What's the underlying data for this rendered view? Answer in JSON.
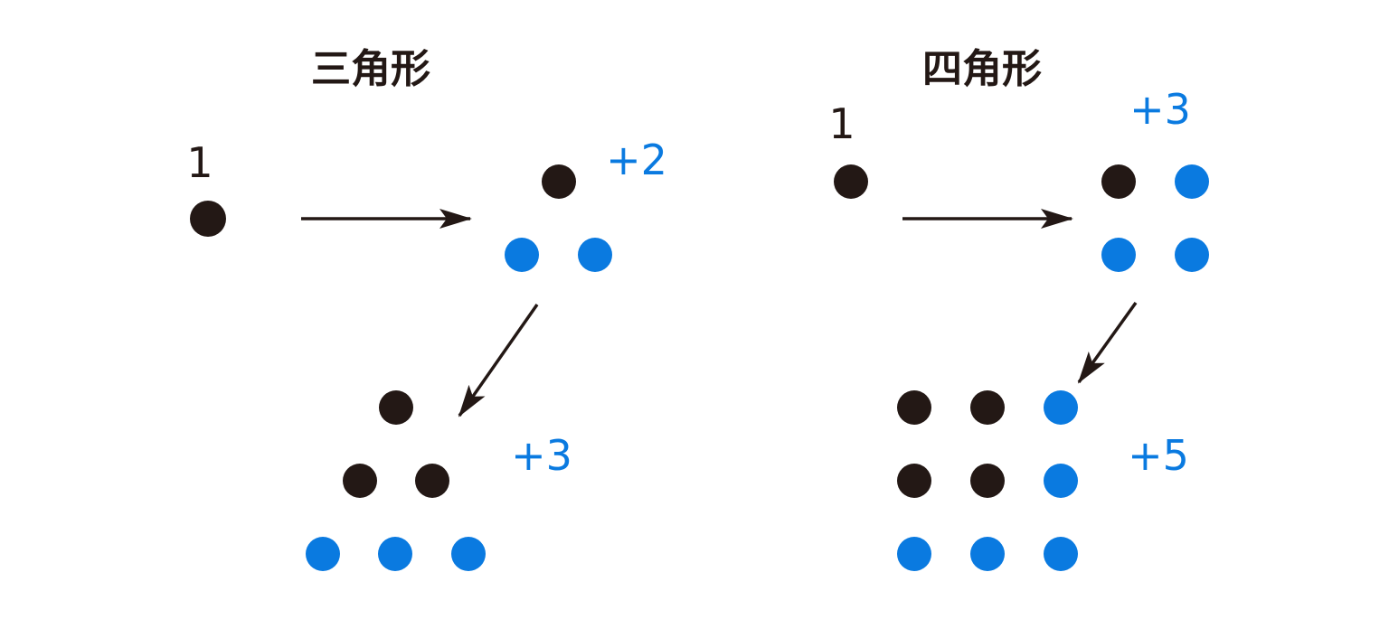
{
  "colors": {
    "black": "#231815",
    "blue": "#0a7ae0"
  },
  "triangle": {
    "title": "三角形",
    "start_label": "1",
    "step2_label": "+2",
    "step3_label": "+3"
  },
  "square": {
    "title": "四角形",
    "start_label": "1",
    "step2_label": "+3",
    "step3_label": "+5"
  }
}
